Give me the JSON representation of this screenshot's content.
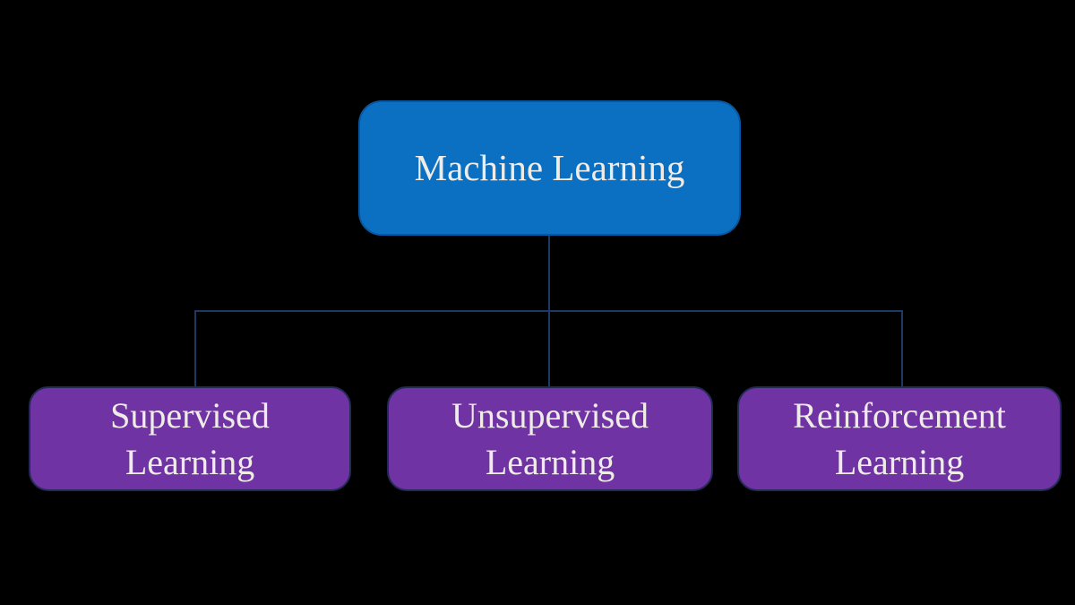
{
  "diagram": {
    "type": "hierarchy-flowchart",
    "root": {
      "label": "Machine Learning"
    },
    "children": [
      {
        "id": "supervised-learning",
        "label": "Supervised Learning"
      },
      {
        "id": "unsupervised-learning",
        "label": "Unsupervised Learning"
      },
      {
        "id": "reinforcement-learning",
        "label": "Reinforcement Learning"
      }
    ],
    "colors": {
      "background": "#000000",
      "root_fill": "#0c70c2",
      "root_border": "#0a55a0",
      "child_fill": "#6f33a3",
      "child_border": "#232a55",
      "connector": "#1f3864",
      "text": "#efece7"
    }
  }
}
